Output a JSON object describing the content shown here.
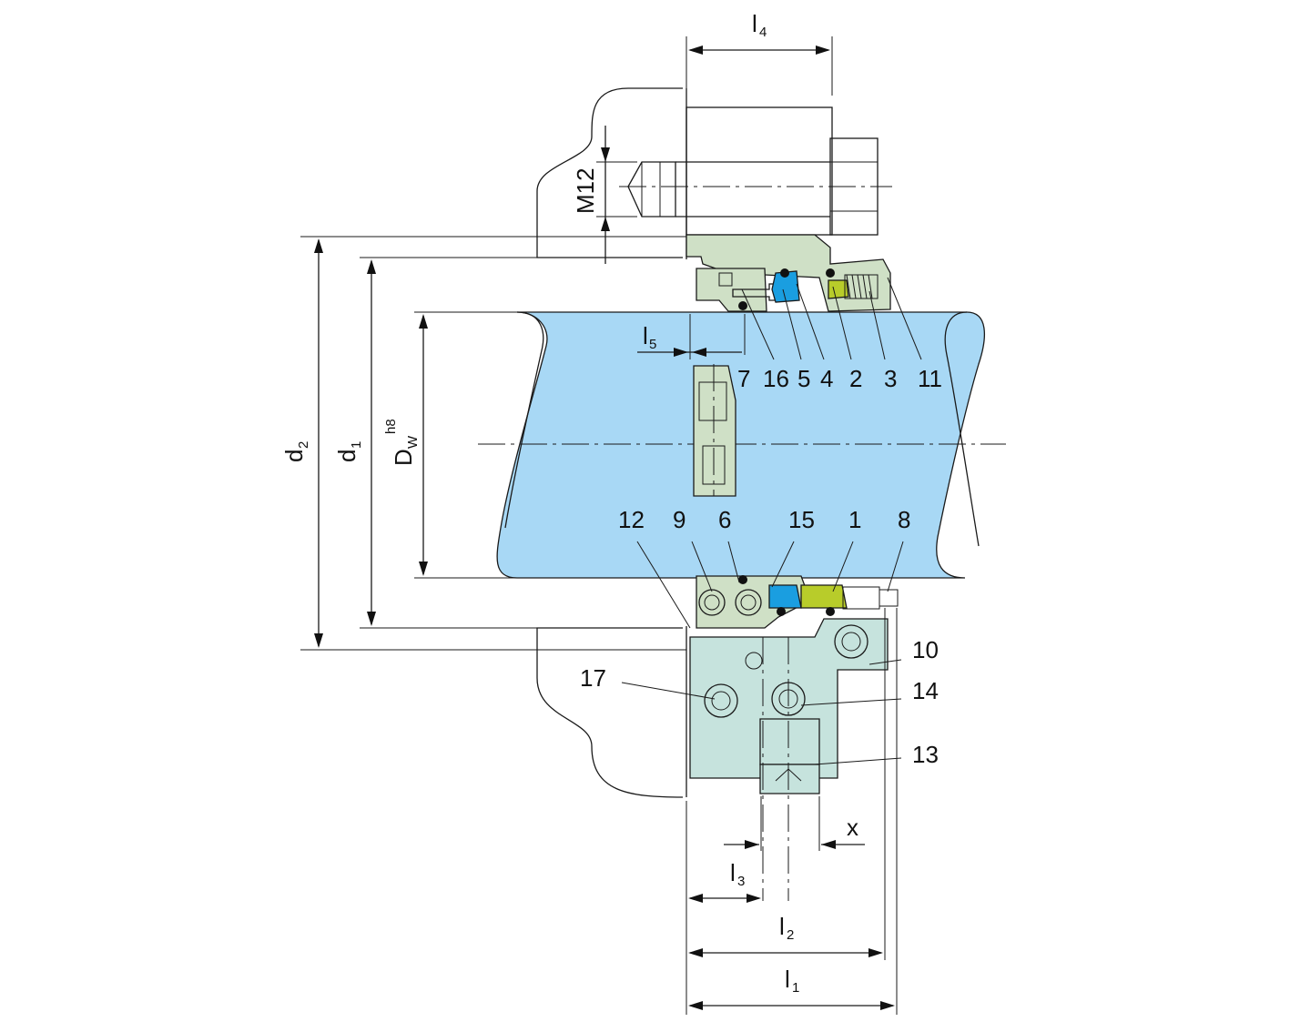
{
  "colors": {
    "shaft": "#a8d8f5",
    "housing_green": "#cfe0c6",
    "gland_cyan": "#c6e3dd",
    "seal_blue": "#1a9ee0",
    "seat_yellow_green": "#b8cc2a",
    "line": "#1a1a1a"
  },
  "dimensions": {
    "l4": {
      "main": "l",
      "sub": "4"
    },
    "m12": "M12",
    "d2": {
      "main": "d",
      "sub": "2"
    },
    "d1": {
      "main": "d",
      "sub": "1"
    },
    "dw": {
      "main": "D",
      "sub": "W",
      "sup": "h8"
    },
    "l5": {
      "main": "l",
      "sub": "5"
    },
    "x": "x",
    "l3": {
      "main": "l",
      "sub": "3"
    },
    "l2": {
      "main": "l",
      "sub": "2"
    },
    "l1": {
      "main": "l",
      "sub": "1"
    }
  },
  "callouts": {
    "upper": [
      "7",
      "16",
      "5",
      "4",
      "2",
      "3",
      "11"
    ],
    "lower": [
      "12",
      "9",
      "6",
      "15",
      "1",
      "8"
    ],
    "right": [
      "10",
      "14",
      "13"
    ],
    "left": [
      "17"
    ]
  }
}
